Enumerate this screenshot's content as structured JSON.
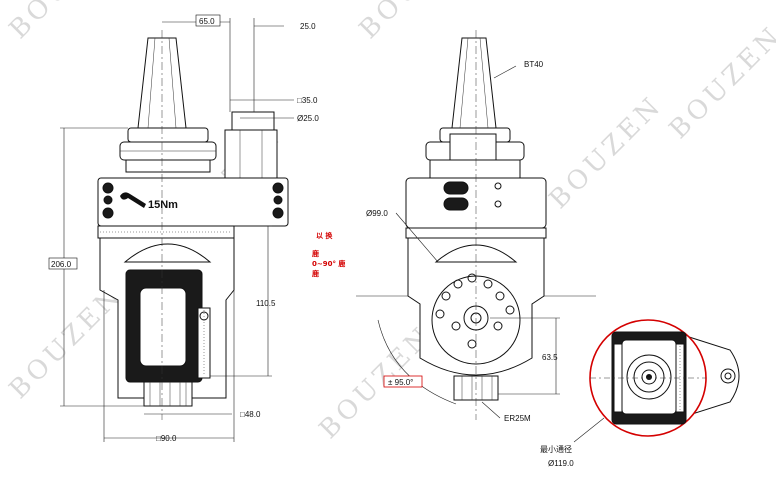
{
  "watermark": {
    "text": "BOUZEN"
  },
  "left_view": {
    "torque_label": "15Nm",
    "dim_65": "65.0",
    "dim_25_top": "25.0",
    "dim_sq35": "□35.0",
    "dim_d25": "Ø25.0",
    "dim_206": "206.0",
    "dim_110_5": "110.5",
    "dim_sq48": "□48.0",
    "dim_sq90": "□90.0"
  },
  "middle_view": {
    "bt40": "BT40",
    "dim_d99": "Ø99.0",
    "dim_angle": "± 95.0°",
    "dim_63_5": "63.5",
    "er25m": "ER25M",
    "red_note_line1": "以 换",
    "red_note_line2": "鹿",
    "red_note_line3": "0~90° 鹿",
    "red_note_line4": "鹿"
  },
  "right_view": {
    "min_pass_label": "最小通径",
    "dim_d119": "Ø119.0"
  },
  "colors": {
    "line": "#111111",
    "highlight_circle": "#d40000",
    "red_text": "#d40000",
    "watermark": "#d9d9d9"
  }
}
